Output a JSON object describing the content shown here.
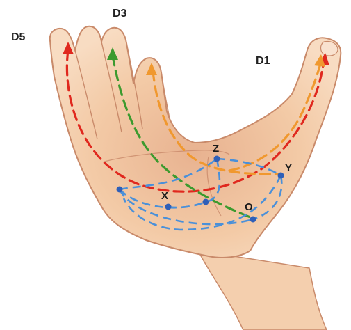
{
  "labels": {
    "d5": "D5",
    "d3": "D3",
    "d1": "D1"
  },
  "points": {
    "z": "Z",
    "x": "X",
    "y": "Y",
    "o": "O"
  },
  "colors": {
    "skin": "#f6d3b2",
    "skin_shadow": "#e4a98a",
    "crease": "#c98a6a",
    "red": "#e0281e",
    "green": "#3c9a2e",
    "orange": "#f0982e",
    "blue": "#4a90d9",
    "dot": "#2f5fb8"
  }
}
